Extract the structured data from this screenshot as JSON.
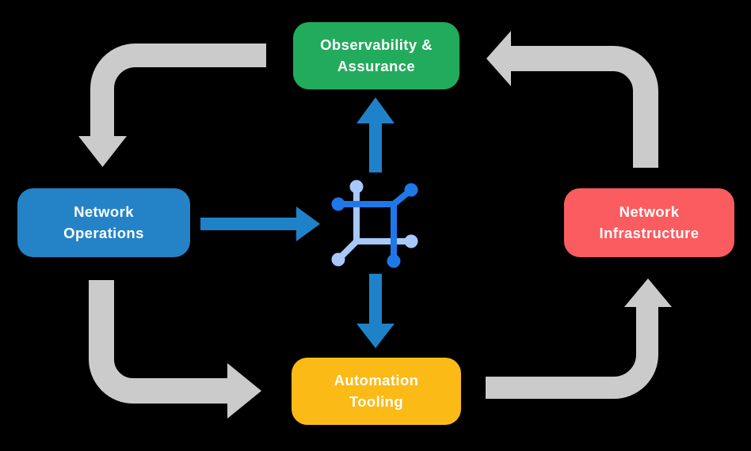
{
  "diagram": {
    "type": "cycle-flow",
    "center_icon": "network-mesh-icon"
  },
  "colors": {
    "background": "#000000",
    "green": "#22AB5C",
    "blue": "#2483C6",
    "red": "#FA5C60",
    "yellow": "#FBBA15",
    "gray-arrow": "#CBCBCB",
    "blue-arrow": "#1F82C9",
    "icon-dark-blue": "#1F78E8",
    "icon-light-blue": "#A7C8F8",
    "text": "#FFFFFF"
  },
  "nodes": {
    "observability": {
      "label": "Observability &\nAssurance"
    },
    "operations": {
      "label": "Network\nOperations"
    },
    "infrastructure": {
      "label": "Network\nInfrastructure"
    },
    "automation": {
      "label": "Automation\nTooling"
    }
  },
  "flows": [
    {
      "from": "Observability & Assurance",
      "to": "Network Operations",
      "style": "gray"
    },
    {
      "from": "Network Operations",
      "to": "Automation Tooling",
      "style": "gray"
    },
    {
      "from": "Automation Tooling",
      "to": "Network Infrastructure",
      "style": "gray"
    },
    {
      "from": "Network Infrastructure",
      "to": "Observability & Assurance",
      "style": "gray"
    },
    {
      "from": "Network Operations",
      "to": "center-icon",
      "style": "blue"
    },
    {
      "from": "center-icon",
      "to": "Observability & Assurance",
      "style": "blue"
    },
    {
      "from": "center-icon",
      "to": "Automation Tooling",
      "style": "blue"
    }
  ]
}
